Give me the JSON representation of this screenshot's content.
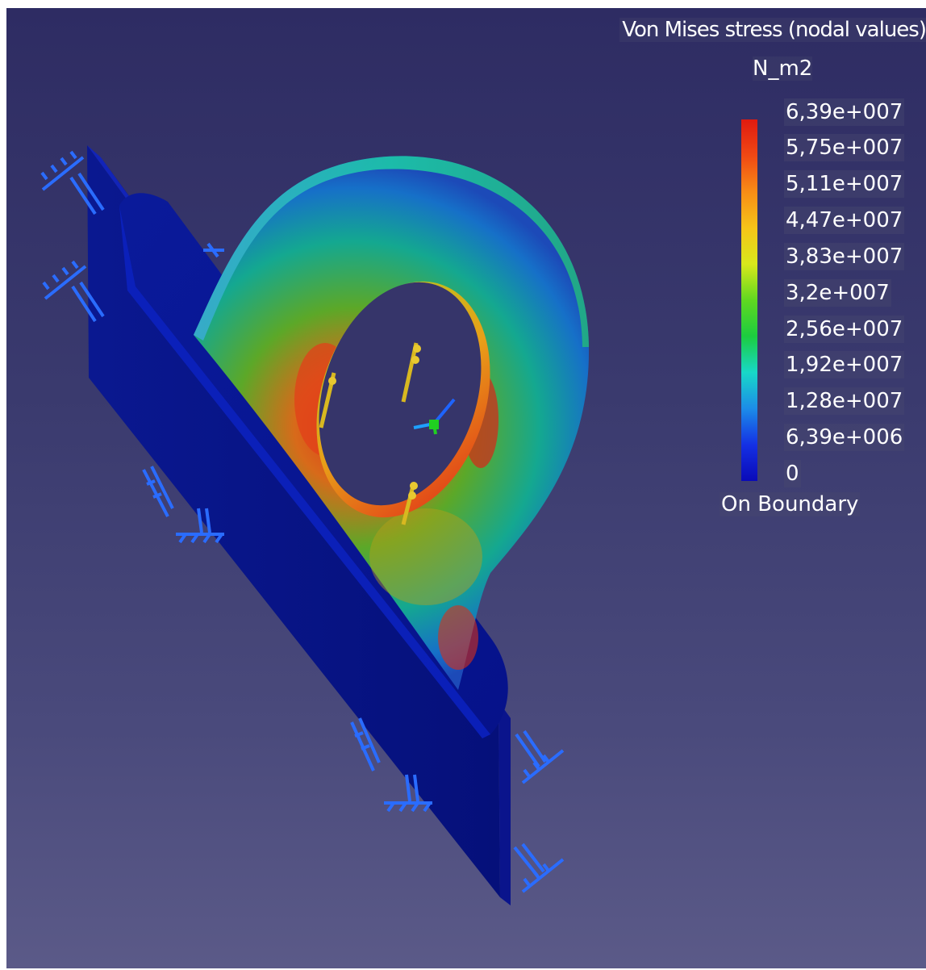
{
  "legend": {
    "title": "Von Mises stress (nodal values)",
    "unit": "N_m2",
    "labels": [
      "6,39e+007",
      "5,75e+007",
      "5,11e+007",
      "4,47e+007",
      "3,83e+007",
      "3,2e+007",
      "2,56e+007",
      "1,92e+007",
      "1,28e+007",
      "6,39e+006",
      "0"
    ],
    "footer": "On Boundary",
    "max_value": 63900000,
    "min_value": 0
  },
  "colors": {
    "background_top": "#2e2c63",
    "background_bottom": "#5b5a88",
    "base_plate": "#0a1492",
    "restraint_symbol": "#1e64ff",
    "load_arrow": "#d8b820",
    "high_stress": "#e01a10",
    "low_stress": "#0a0ab8"
  },
  "restraint_icon": "clamp-restraint-icon",
  "load_icon": "distributed-force-arrow-icon",
  "axis_icon": "axis-triad-icon"
}
